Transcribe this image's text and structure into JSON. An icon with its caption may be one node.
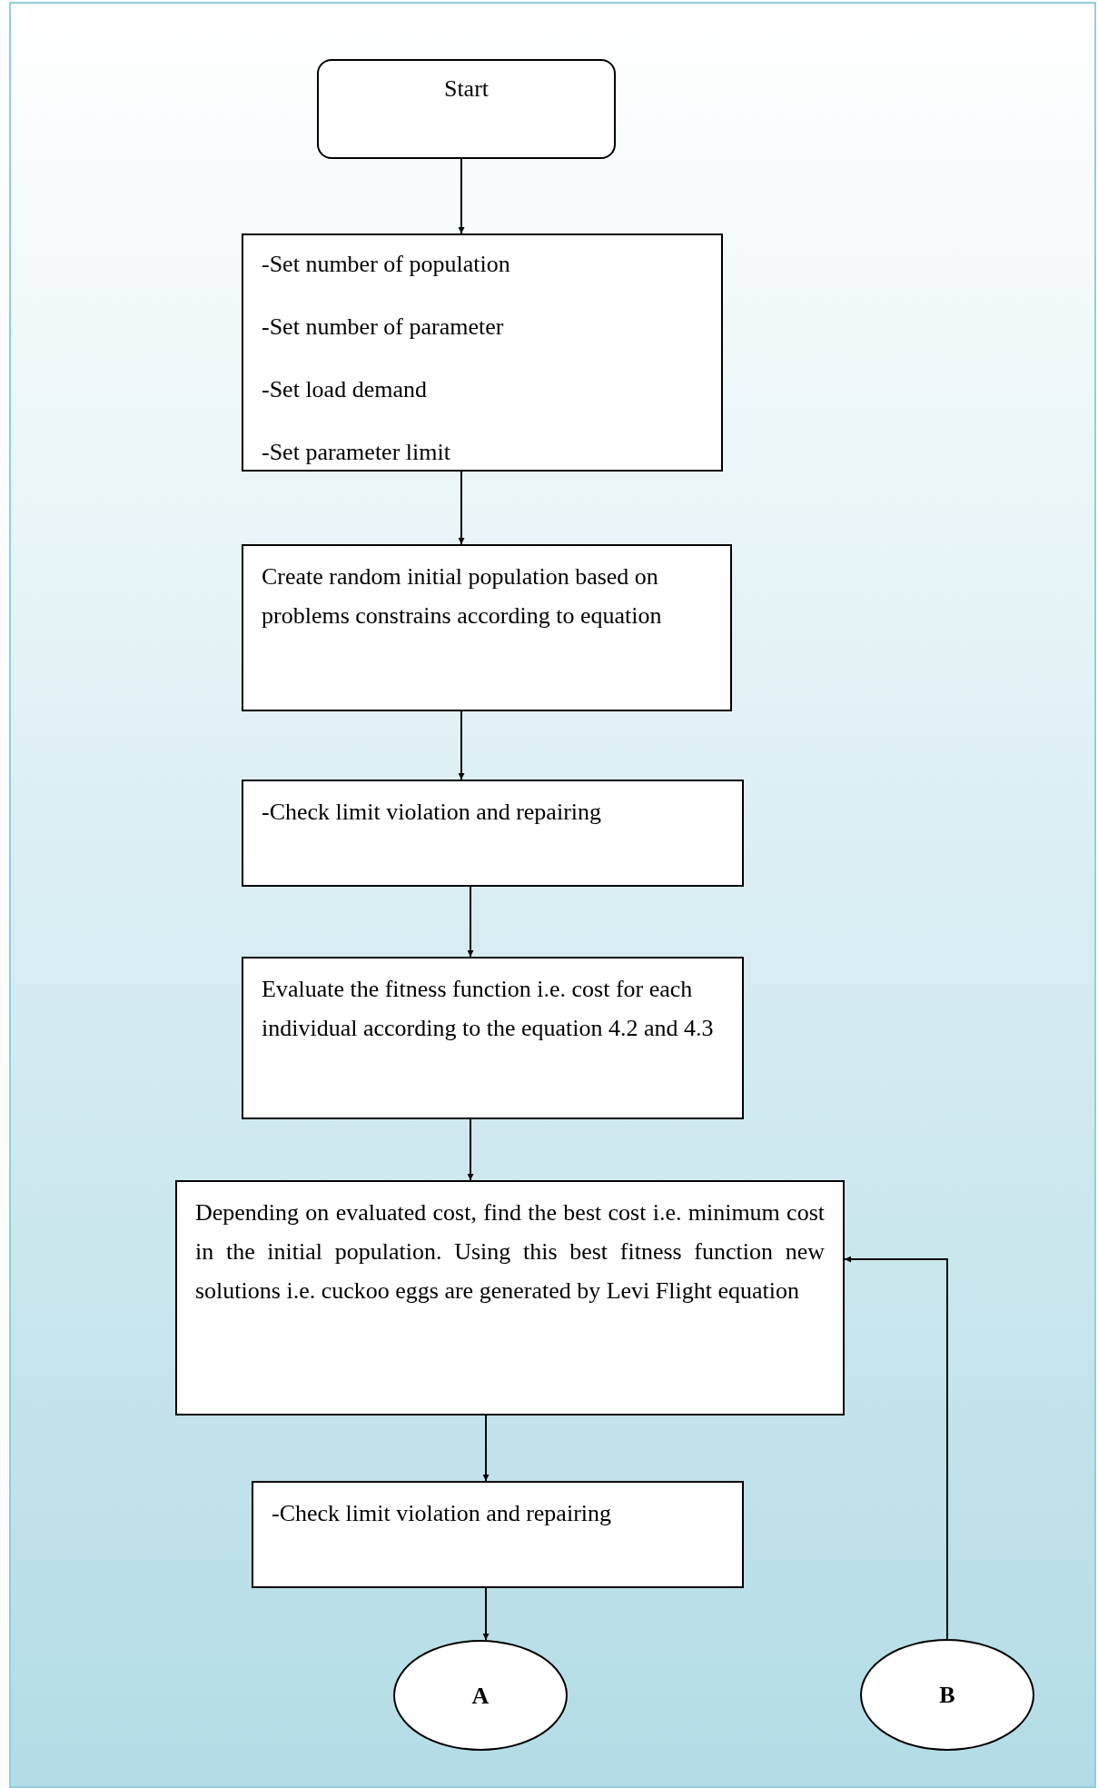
{
  "diagram": {
    "nodes": [
      {
        "text": [
          "Start"
        ]
      },
      {
        "text": [
          "-Set number of population",
          "-Set number of parameter",
          "-Set load demand",
          "-Set parameter limit"
        ]
      },
      {
        "text": [
          "Create random initial population based on problems constrains according to equation"
        ]
      },
      {
        "text": [
          "-Check limit violation and repairing"
        ]
      },
      {
        "text": [
          "Evaluate the fitness function i.e. cost for each individual according to the equation 4.2 and 4.3"
        ]
      },
      {
        "text": [
          "Depending on evaluated cost, find the best cost i.e. minimum cost in the initial population. Using this best fitness function new solutions i.e. cuckoo eggs are generated by Levi Flight equation"
        ]
      },
      {
        "text": [
          "-Check limit violation and repairing"
        ]
      },
      {
        "text": [
          "A"
        ]
      },
      {
        "text": [
          "B"
        ]
      }
    ],
    "edges": [
      {
        "from": 0,
        "to": 1,
        "arrow": "to"
      },
      {
        "from": 1,
        "to": 2,
        "arrow": "to"
      },
      {
        "from": 2,
        "to": 3,
        "arrow": "to"
      },
      {
        "from": 3,
        "to": 4,
        "arrow": "to"
      },
      {
        "from": 4,
        "to": 5,
        "arrow": "to"
      },
      {
        "from": 5,
        "to": 6,
        "arrow": "to"
      },
      {
        "from": 6,
        "to": 7,
        "arrow": "to"
      },
      {
        "from": 8,
        "to": 5,
        "arrow": "to"
      }
    ]
  }
}
